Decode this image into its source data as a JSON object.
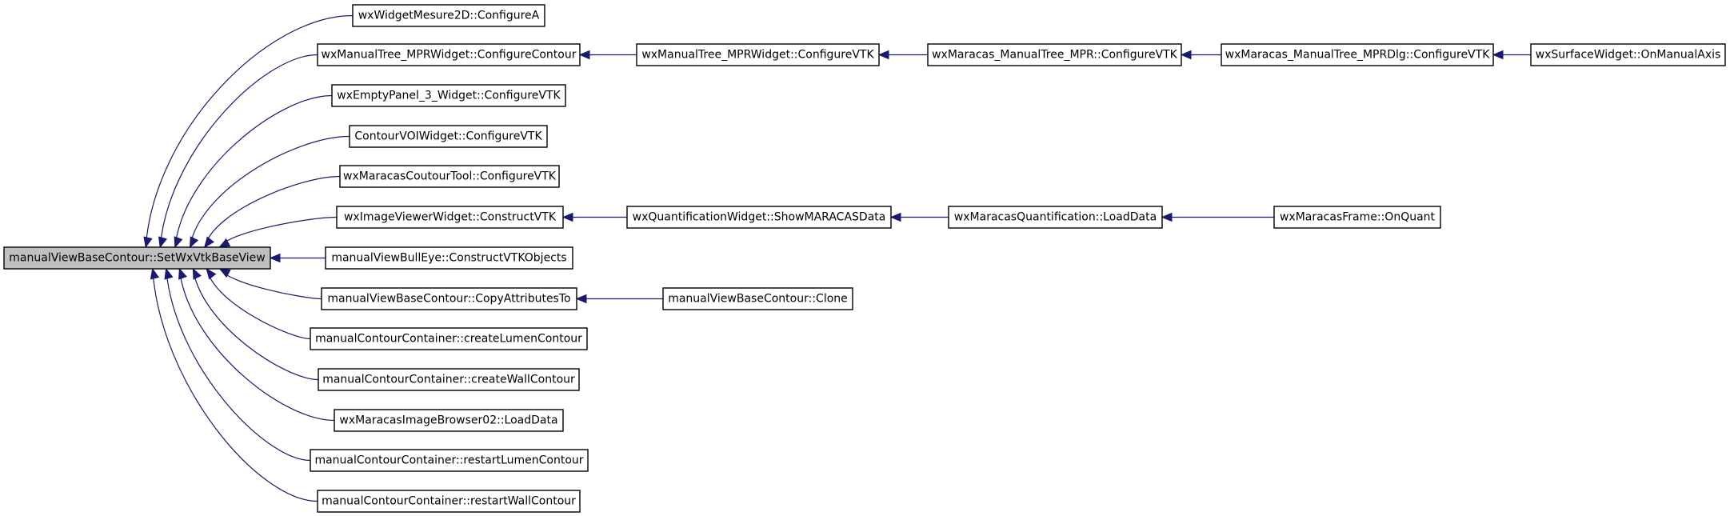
{
  "root": "manualViewBaseContour::SetWxVtkBaseView",
  "nodes": {
    "n0": "manualViewBaseContour::SetWxVtkBaseView",
    "n1": "wxWidgetMesure2D::ConfigureA",
    "n2": "wxManualTree_MPRWidget::ConfigureContour",
    "n3": "wxEmptyPanel_3_Widget::ConfigureVTK",
    "n4": "ContourVOIWidget::ConfigureVTK",
    "n5": "wxMaracasCoutourTool::ConfigureVTK",
    "n6": "wxImageViewerWidget::ConstructVTK",
    "n7": "manualViewBullEye::ConstructVTKObjects",
    "n8": "manualViewBaseContour::CopyAttributesTo",
    "n9": "manualContourContainer::createLumenContour",
    "n10": "manualContourContainer::createWallContour",
    "n11": "wxMaracasImageBrowser02::LoadData",
    "n12": "manualContourContainer::restartLumenContour",
    "n13": "manualContourContainer::restartWallContour",
    "n14": "wxManualTree_MPRWidget::ConfigureVTK",
    "n15": "wxMaracas_ManualTree_MPR::ConfigureVTK",
    "n16": "wxMaracas_ManualTree_MPRDlg::ConfigureVTK",
    "n17": "wxSurfaceWidget::OnManualAxis",
    "n18": "wxQuantificationWidget::ShowMARACASData",
    "n19": "wxMaracasQuantification::LoadData",
    "n20": "wxMaracasFrame::OnQuant",
    "n21": "manualViewBaseContour::Clone"
  },
  "edges": [
    {
      "from": "n1",
      "to": "n0"
    },
    {
      "from": "n2",
      "to": "n0"
    },
    {
      "from": "n3",
      "to": "n0"
    },
    {
      "from": "n4",
      "to": "n0"
    },
    {
      "from": "n5",
      "to": "n0"
    },
    {
      "from": "n6",
      "to": "n0"
    },
    {
      "from": "n7",
      "to": "n0"
    },
    {
      "from": "n8",
      "to": "n0"
    },
    {
      "from": "n9",
      "to": "n0"
    },
    {
      "from": "n10",
      "to": "n0"
    },
    {
      "from": "n11",
      "to": "n0"
    },
    {
      "from": "n12",
      "to": "n0"
    },
    {
      "from": "n13",
      "to": "n0"
    },
    {
      "from": "n14",
      "to": "n2"
    },
    {
      "from": "n15",
      "to": "n14"
    },
    {
      "from": "n16",
      "to": "n15"
    },
    {
      "from": "n17",
      "to": "n16"
    },
    {
      "from": "n18",
      "to": "n6"
    },
    {
      "from": "n19",
      "to": "n18"
    },
    {
      "from": "n20",
      "to": "n19"
    },
    {
      "from": "n21",
      "to": "n8"
    }
  ],
  "colors": {
    "edge": "#191970",
    "root_fill": "#bfbfbf",
    "node_fill": "#ffffff",
    "node_border": "#000000"
  }
}
